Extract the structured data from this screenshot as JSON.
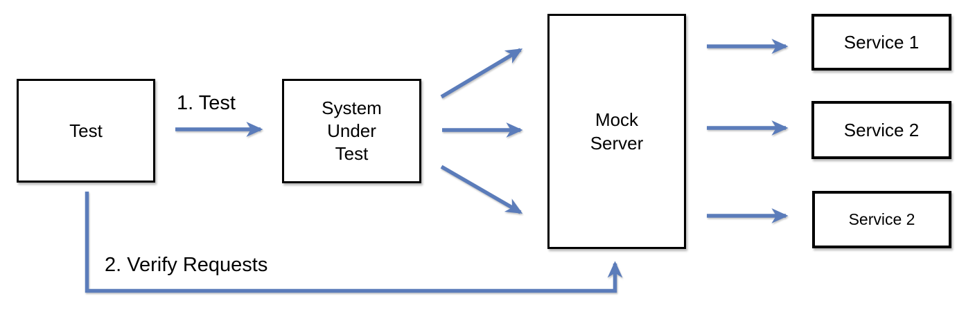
{
  "colors": {
    "arrow": "#5b7cba",
    "node_border": "#000000",
    "node_fill": "#ffffff",
    "text": "#000000",
    "background": "#ffffff"
  },
  "nodes": {
    "test": {
      "label": "Test"
    },
    "system_under_test": {
      "lines": [
        "System",
        "Under",
        "Test"
      ]
    },
    "mock_server": {
      "lines": [
        "Mock",
        "Server"
      ]
    },
    "service_1": {
      "label": "Service 1"
    },
    "service_2": {
      "label": "Service 2"
    },
    "service_3": {
      "label": "Service 2"
    }
  },
  "edges": {
    "test_to_system_under_test": {
      "label": "1. Test",
      "arrow_count": 1
    },
    "system_under_test_to_mock_server": {
      "arrow_count": 3
    },
    "mock_server_to_services": {
      "arrow_count": 3
    },
    "test_to_mock_server_verify": {
      "label": "2. Verify Requests",
      "arrow_count": 1
    }
  }
}
